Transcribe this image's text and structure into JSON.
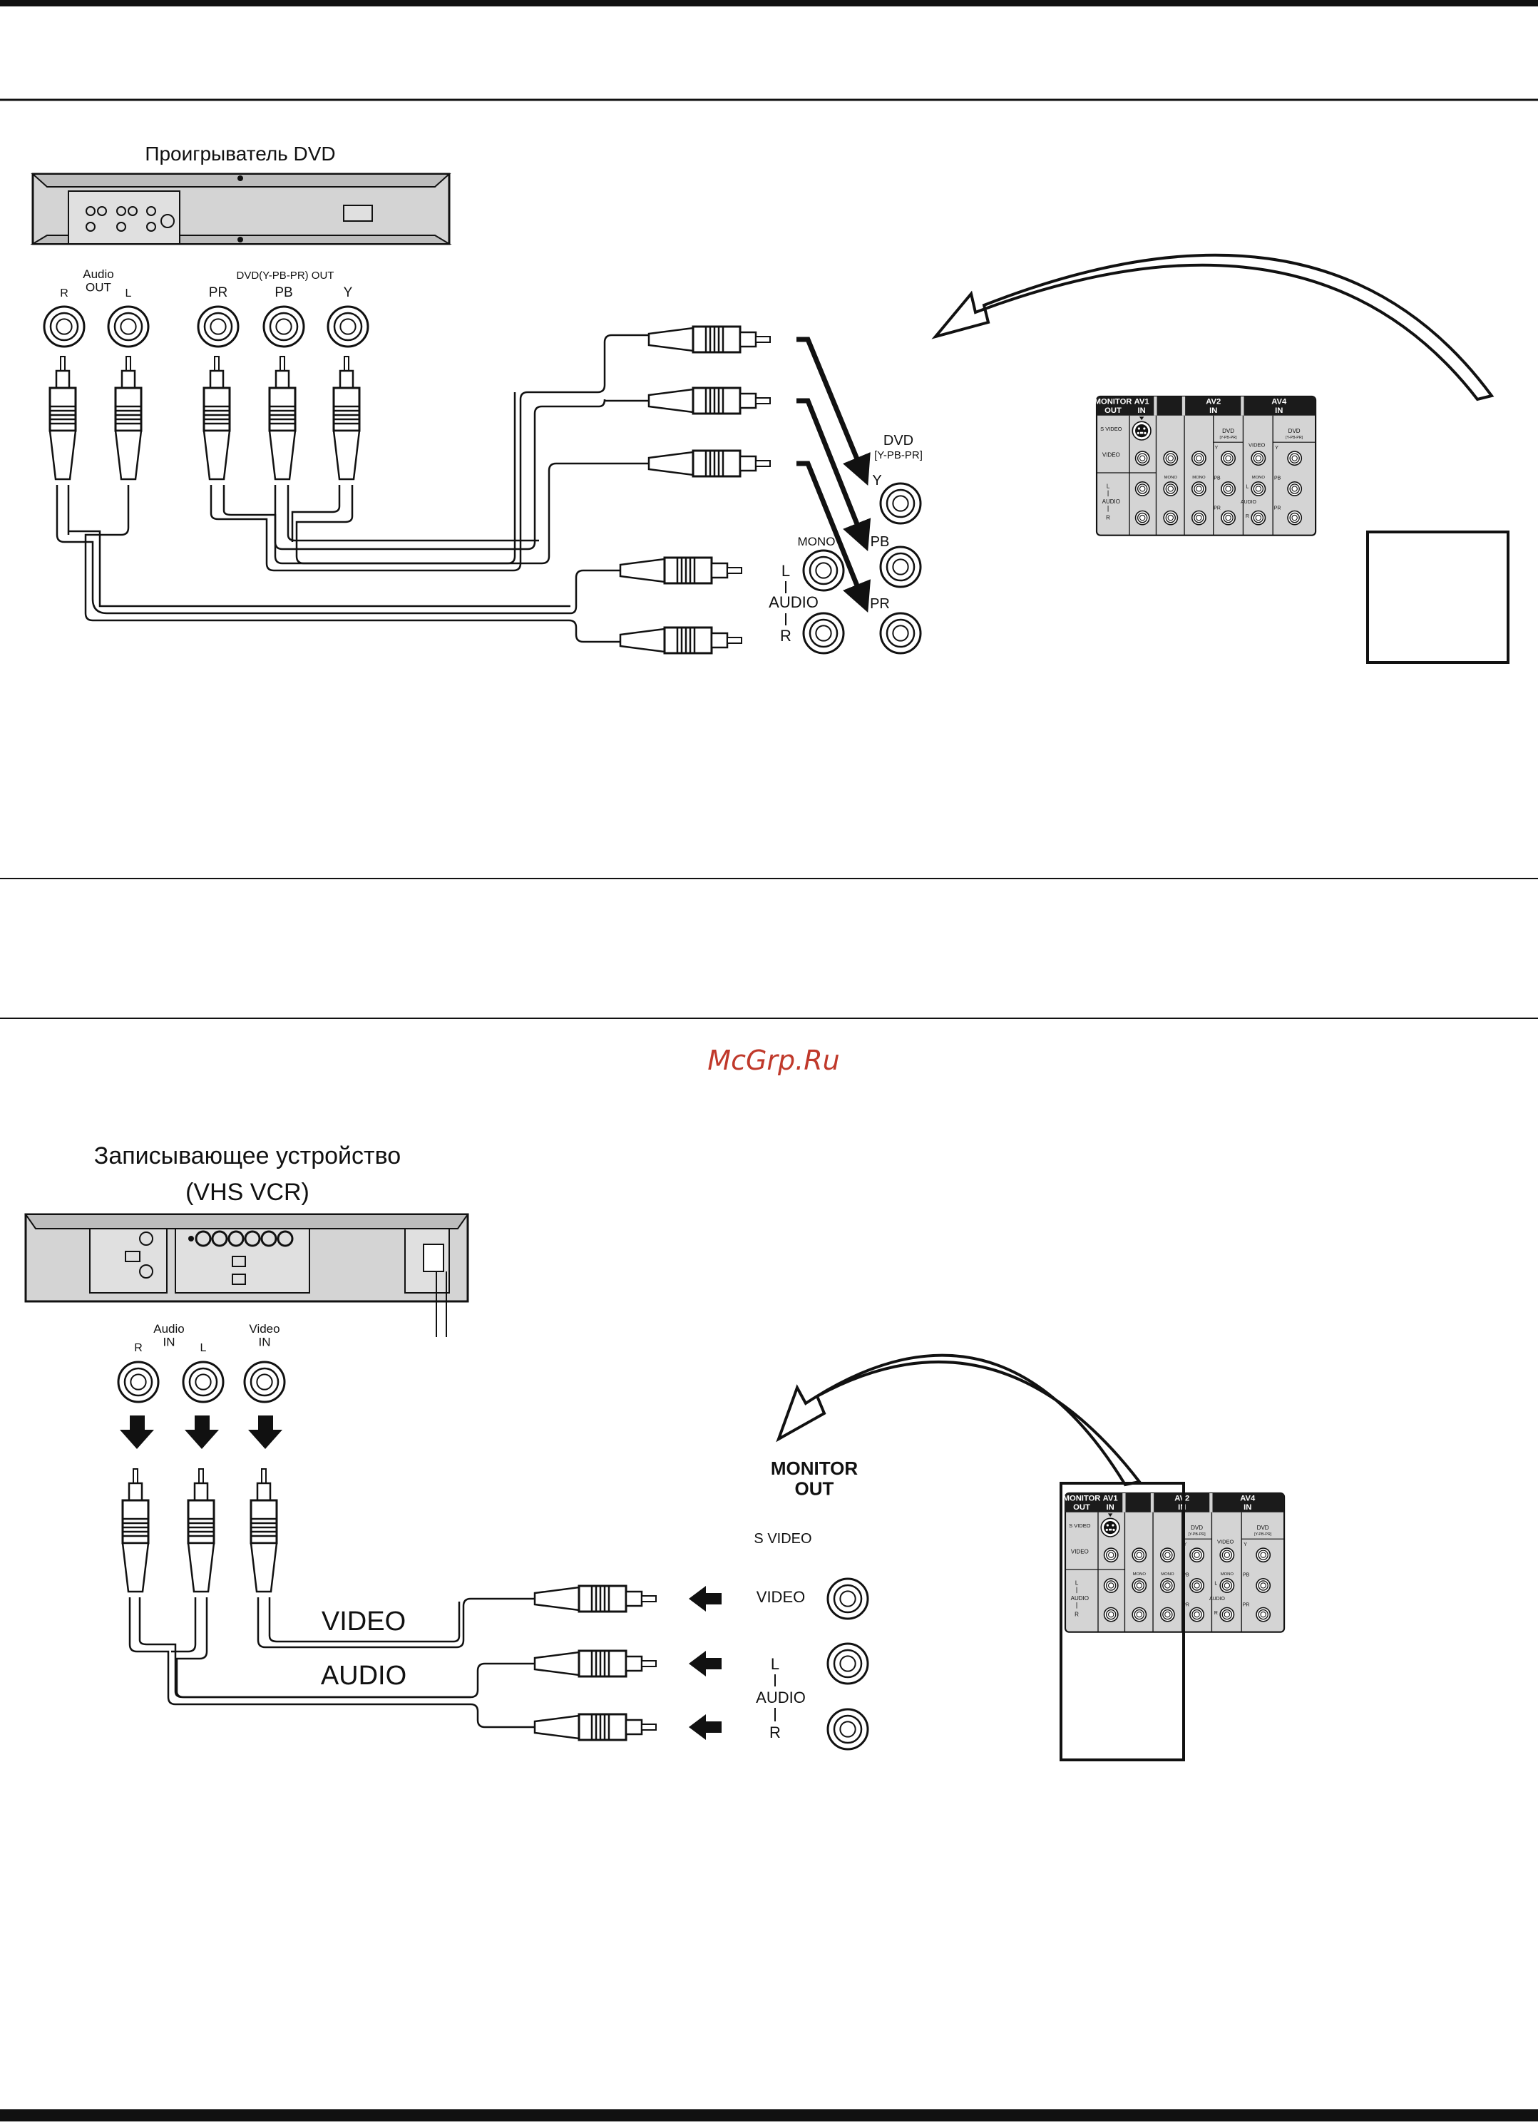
{
  "watermark": "McGrp.Ru",
  "colors": {
    "panel_fill": "#d4d4d4",
    "header_fill": "#1b1b1b",
    "line": "#111111",
    "watermark": "#c0392b"
  },
  "section1": {
    "device_title": "Проигрыватель DVD",
    "audio_out_label": "Audio\nOUT",
    "jack_r": "R",
    "jack_l": "L",
    "dvd_out_label": "DVD(Y-PB-PR) OUT",
    "pr": "PR",
    "pb": "PB",
    "y": "Y",
    "tv_dvd": "DVD",
    "tv_dvd_sub": "[Y-PB-PR]",
    "tv_y": "Y",
    "tv_pb": "PB",
    "tv_pr": "PR",
    "tv_mono": "MONO",
    "tv_l": "L",
    "tv_audio": "AUDIO",
    "tv_r": "R"
  },
  "section2": {
    "device_title_1": "Записывающее устройство",
    "device_title_2": "(VHS VCR)",
    "audio_in_label": "Audio\nIN",
    "video_in_label": "Video\nIN",
    "jack_r": "R",
    "jack_l": "L",
    "cable_video": "VIDEO",
    "cable_audio": "AUDIO",
    "monitor_out": "MONITOR\nOUT",
    "s_video": "S VIDEO",
    "video": "VIDEO",
    "l": "L",
    "audio": "AUDIO",
    "r": "R"
  },
  "panel": {
    "monitor_out": "MONITOR\nOUT",
    "av1_in": "AV1\nIN",
    "av2_in": "AV2\nIN",
    "av4_in": "AV4\nIN",
    "s_video": "S VIDEO",
    "video": "VIDEO",
    "l": "L",
    "audio": "AUDIO",
    "r": "R",
    "mono": "MONO",
    "dvd": "DVD",
    "dvd_sub": "[Y-PB-PR]",
    "y": "Y",
    "pb": "PB",
    "pr": "PR"
  }
}
